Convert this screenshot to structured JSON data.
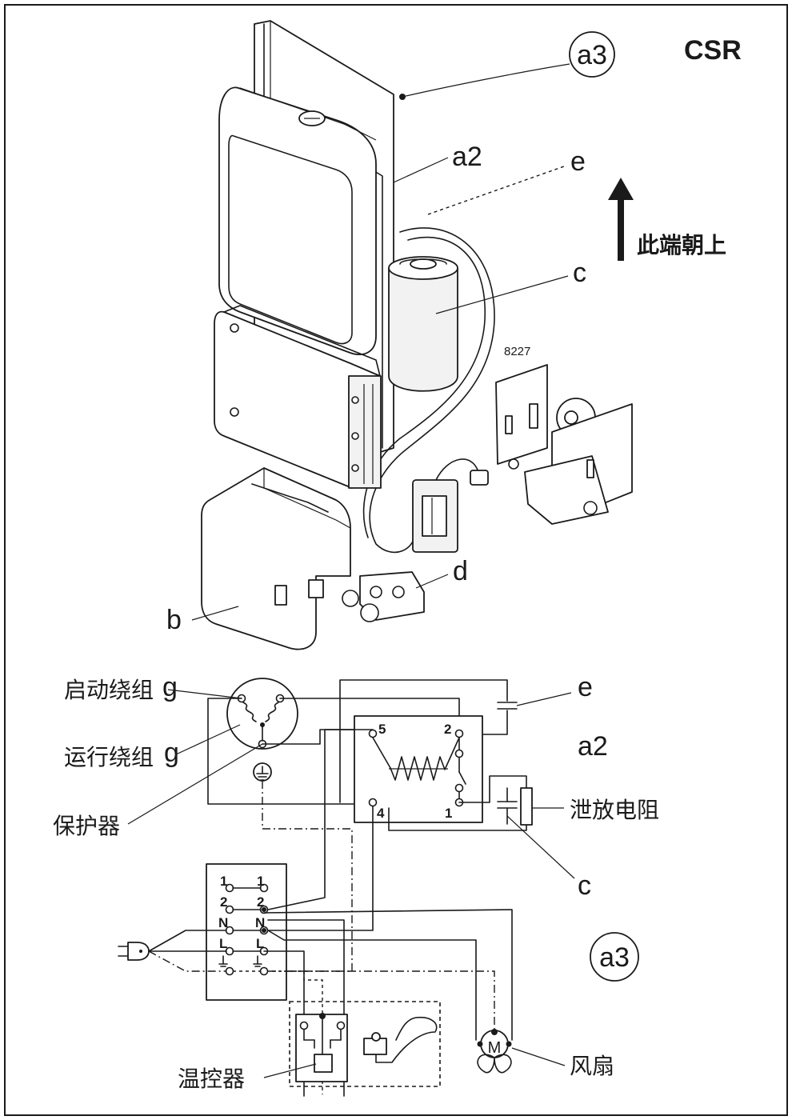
{
  "title": "CSR",
  "upper": {
    "labels": {
      "a3": "a3",
      "a2": "a2",
      "e": "e",
      "c": "c",
      "d": "d",
      "b": "b",
      "part_number": "8227",
      "orientation_note": "此端朝上"
    }
  },
  "schematic": {
    "labels": {
      "start_winding": "启动绕组",
      "run_winding": "运行绕组",
      "g1": "g",
      "g2": "g",
      "protector": "保护器",
      "e": "e",
      "a2": "a2",
      "bleed_resistor": "泄放电阻",
      "c": "c",
      "a3": "a3",
      "thermostat": "温控器",
      "fan": "风扇",
      "motor_symbol": "M"
    },
    "relay_terminals": [
      "5",
      "2",
      "4",
      "1"
    ],
    "block_left": [
      "1",
      "2",
      "N",
      "L"
    ],
    "block_right": [
      "1",
      "2",
      "N",
      "L"
    ]
  }
}
